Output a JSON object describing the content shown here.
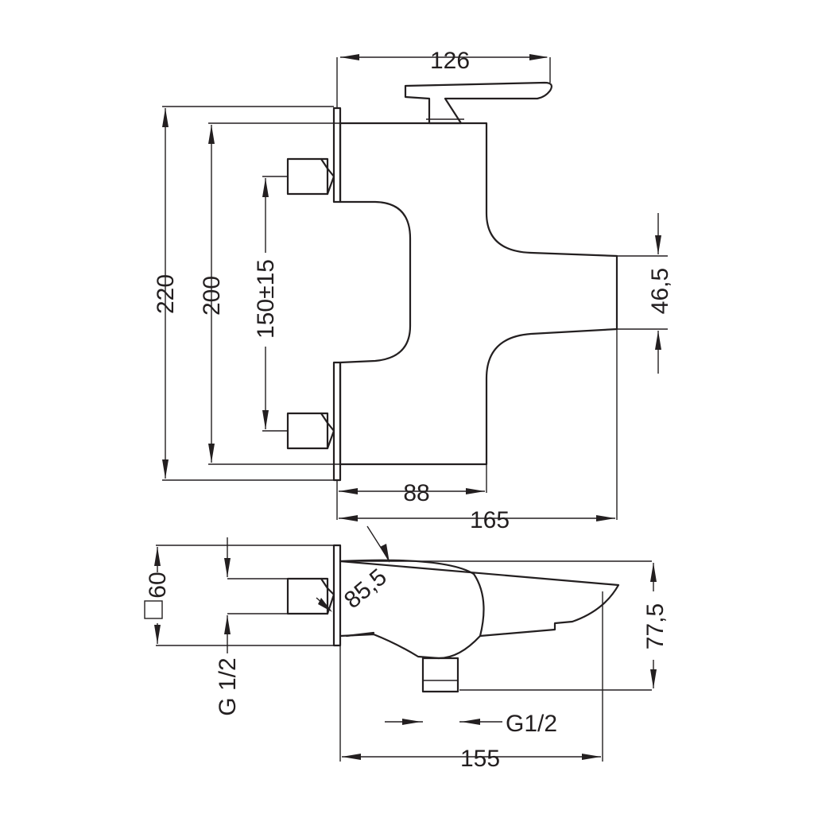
{
  "top_view": {
    "dimensions": {
      "width_126": "126",
      "height_220": "220",
      "height_200": "200",
      "centers_150": "150±15",
      "outlet_46_5": "46,5",
      "depth_88": "88",
      "depth_165": "165"
    }
  },
  "side_view": {
    "dimensions": {
      "square_60": "60",
      "radius_85_5": "85,5",
      "thread_g12_vertical": "G 1/2",
      "height_77_5": "77,5",
      "thread_g12_bottom": "G1/2",
      "length_155": "155"
    }
  },
  "colors": {
    "line": "#231f20",
    "background": "#ffffff"
  }
}
